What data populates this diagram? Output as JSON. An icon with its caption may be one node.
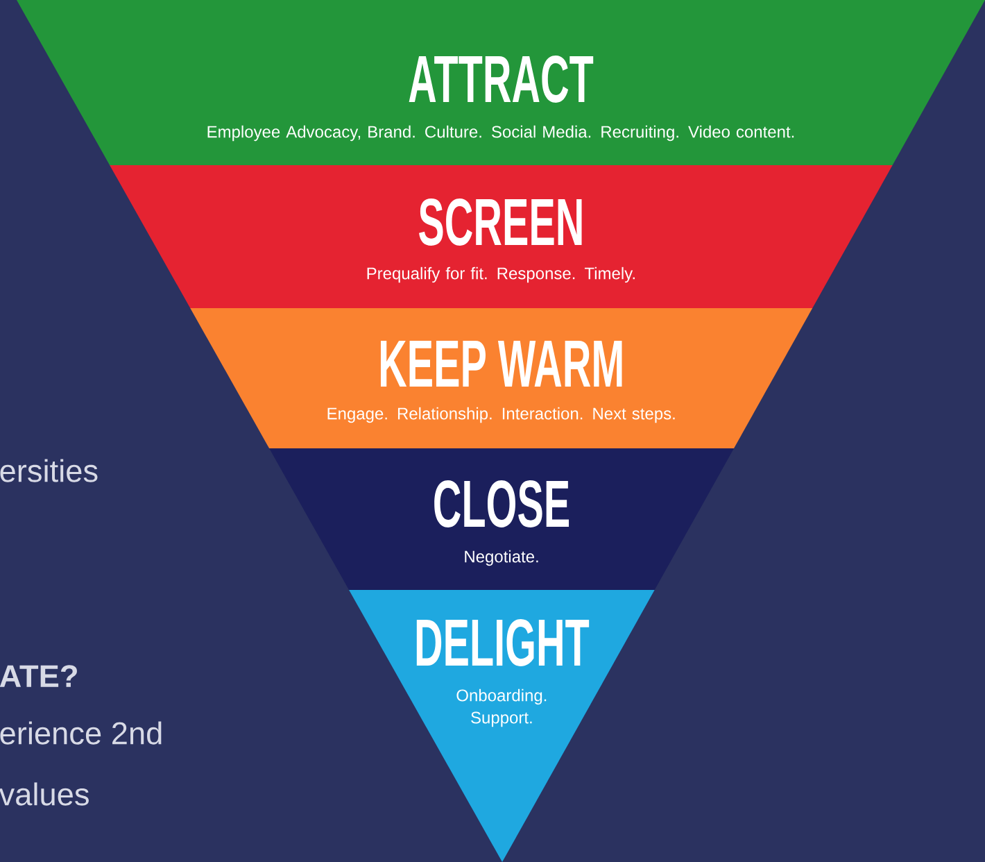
{
  "diagram": {
    "nodes": [
      {
        "text": [
          "ATTRACT",
          "Employee Advocacy, Brand. Culture. Social Media. Recruiting.  Video content."
        ]
      },
      {
        "text": [
          "SCREEN",
          "Prequalify for fit.  Response.  Timely."
        ]
      },
      {
        "text": [
          "KEEP WARM",
          "Engage.  Relationship.  Interaction.  Next steps."
        ]
      },
      {
        "text": [
          "CLOSE",
          "Negotiate."
        ]
      },
      {
        "text": [
          "DELIGHT",
          "Onboarding. Support."
        ]
      }
    ],
    "labels": [
      "ersities",
      "ATE?",
      "erience 2nd",
      "values"
    ]
  }
}
